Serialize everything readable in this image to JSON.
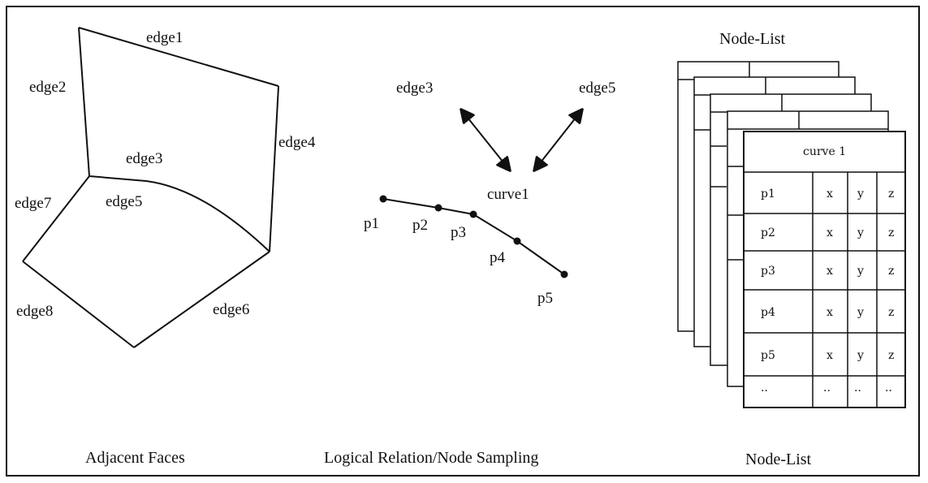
{
  "faces": {
    "edges": {
      "edge1": "edge1",
      "edge2": "edge2",
      "edge3": "edge3",
      "edge4": "edge4",
      "edge5": "edge5",
      "edge6": "edge6",
      "edge7": "edge7",
      "edge8": "edge8"
    },
    "caption": "Adjacent Faces"
  },
  "relation": {
    "edge3": "edge3",
    "edge5": "edge5",
    "curve": "curve1",
    "points": [
      "p1",
      "p2",
      "p3",
      "p4",
      "p5"
    ],
    "caption": "Logical Relation/Node Sampling"
  },
  "nodelist": {
    "top_title": "Node-List",
    "table_title": "curve 1",
    "rows": [
      [
        "p1",
        "x",
        "y",
        "z"
      ],
      [
        "p2",
        "x",
        "y",
        "z"
      ],
      [
        "p3",
        "x",
        "y",
        "z"
      ],
      [
        "p4",
        "x",
        "y",
        "z"
      ],
      [
        "p5",
        "x",
        "y",
        "z"
      ],
      [
        "··",
        "··",
        "··",
        "··"
      ]
    ],
    "caption": "Node-List"
  }
}
